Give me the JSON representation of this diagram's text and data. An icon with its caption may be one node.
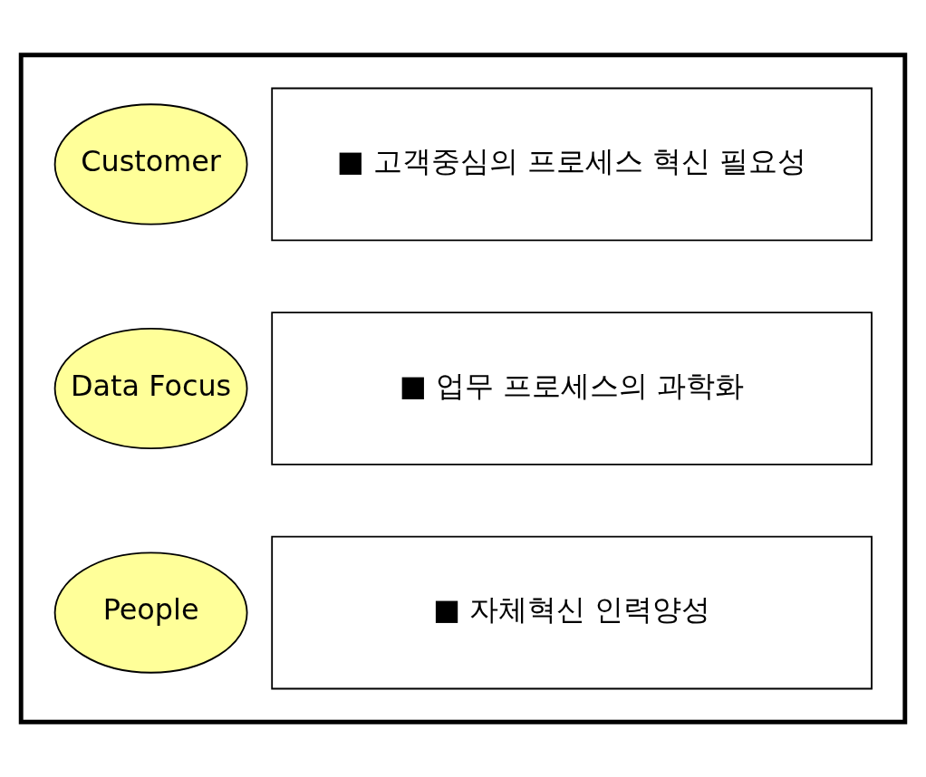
{
  "diagram": {
    "nodes": [
      {
        "text": [],
        "shape": "box"
      },
      {
        "text": [
          "Customer"
        ],
        "in": 0
      },
      {
        "text": [
          "■ 고객중심의 프로세스 혁신 필요성"
        ],
        "in": 0
      },
      {
        "text": [
          "Data Focus"
        ],
        "in": 0
      },
      {
        "text": [
          "■ 업무 프로세스의 과학화"
        ],
        "in": 0
      },
      {
        "text": [
          "People"
        ],
        "in": 0
      },
      {
        "text": [
          "■ 자체혁신 인력양성"
        ],
        "in": 0
      }
    ],
    "edges": []
  }
}
